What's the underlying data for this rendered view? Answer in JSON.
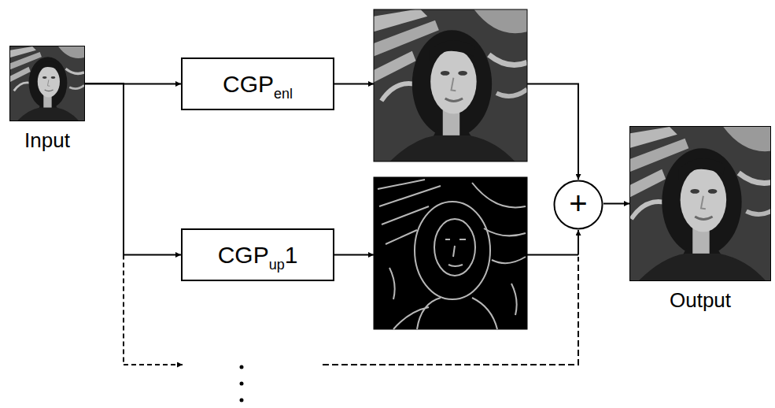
{
  "diagram": {
    "nodes": [
      {
        "text": [
          "Input"
        ]
      },
      {
        "text": [
          "CGP",
          "enl"
        ]
      },
      {
        "text": [
          "CGP",
          "up",
          "1"
        ]
      },
      {
        "text": [
          "+"
        ]
      },
      {
        "text": [
          "Output"
        ]
      }
    ],
    "edges": [
      {
        "from": 0,
        "to": 1,
        "arrow": "to"
      },
      {
        "from": 0,
        "to": 2,
        "arrow": "to"
      },
      {
        "from": 3,
        "to": 4,
        "arrow": "to"
      }
    ]
  }
}
